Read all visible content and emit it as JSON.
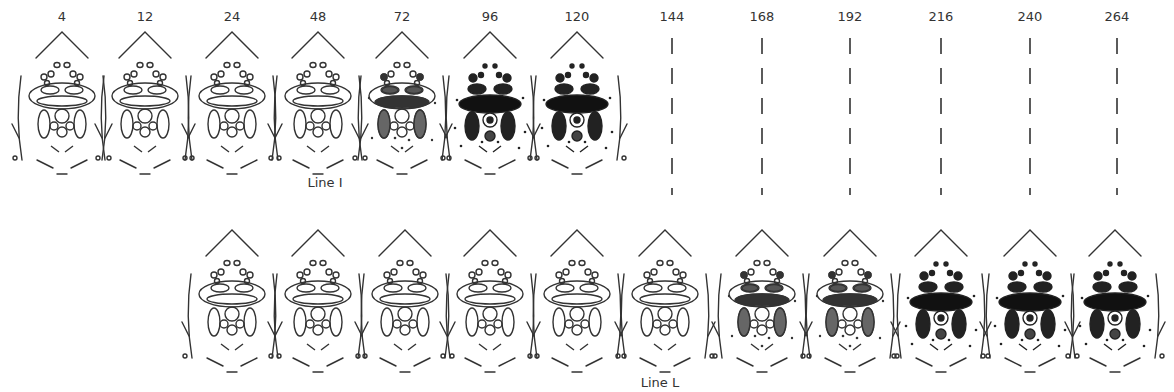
{
  "diagram": {
    "labels": [
      "4",
      "12",
      "24",
      "48",
      "72",
      "96",
      "120",
      "144",
      "168",
      "192",
      "216",
      "240",
      "264",
      "Line I",
      "Line L"
    ]
  }
}
